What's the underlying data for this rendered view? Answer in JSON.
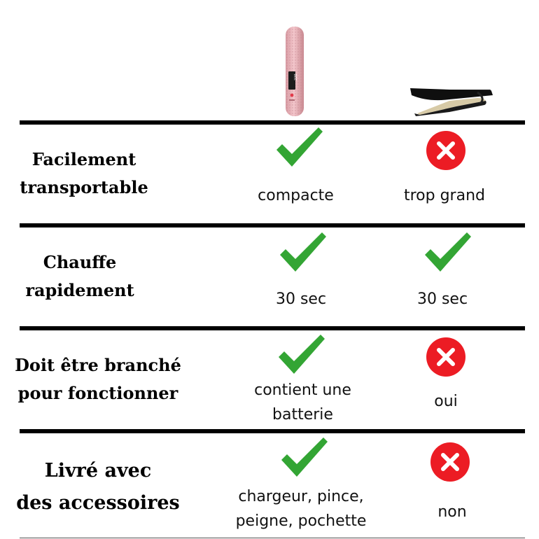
{
  "colors": {
    "check": "#33a534",
    "cross": "#ec1c24",
    "rule": "#000000"
  },
  "columns": {
    "product_a": {
      "image": "pink-mini-straightener"
    },
    "product_b": {
      "image": "black-flat-iron"
    }
  },
  "rows": [
    {
      "label_line1": "Facilement",
      "label_line2": "transportable",
      "a": {
        "icon": "check-icon",
        "text_line1": "compacte",
        "text_line2": ""
      },
      "b": {
        "icon": "cross-icon",
        "text_line1": "trop grand",
        "text_line2": ""
      }
    },
    {
      "label_line1": "Chauffe",
      "label_line2": "rapidement",
      "a": {
        "icon": "check-icon",
        "text_line1": "30 sec",
        "text_line2": ""
      },
      "b": {
        "icon": "check-icon",
        "text_line1": "30 sec",
        "text_line2": ""
      }
    },
    {
      "label_line1": "Doit être branché",
      "label_line2": "pour fonctionner",
      "a": {
        "icon": "check-icon",
        "text_line1": "contient une",
        "text_line2": "batterie"
      },
      "b": {
        "icon": "cross-icon",
        "text_line1": "oui",
        "text_line2": ""
      }
    },
    {
      "label_line1": "Livré avec",
      "label_line2": "des accessoires",
      "a": {
        "icon": "check-icon",
        "text_line1": "chargeur, pince,",
        "text_line2": "peigne, pochette"
      },
      "b": {
        "icon": "cross-icon",
        "text_line1": "non",
        "text_line2": ""
      }
    }
  ]
}
